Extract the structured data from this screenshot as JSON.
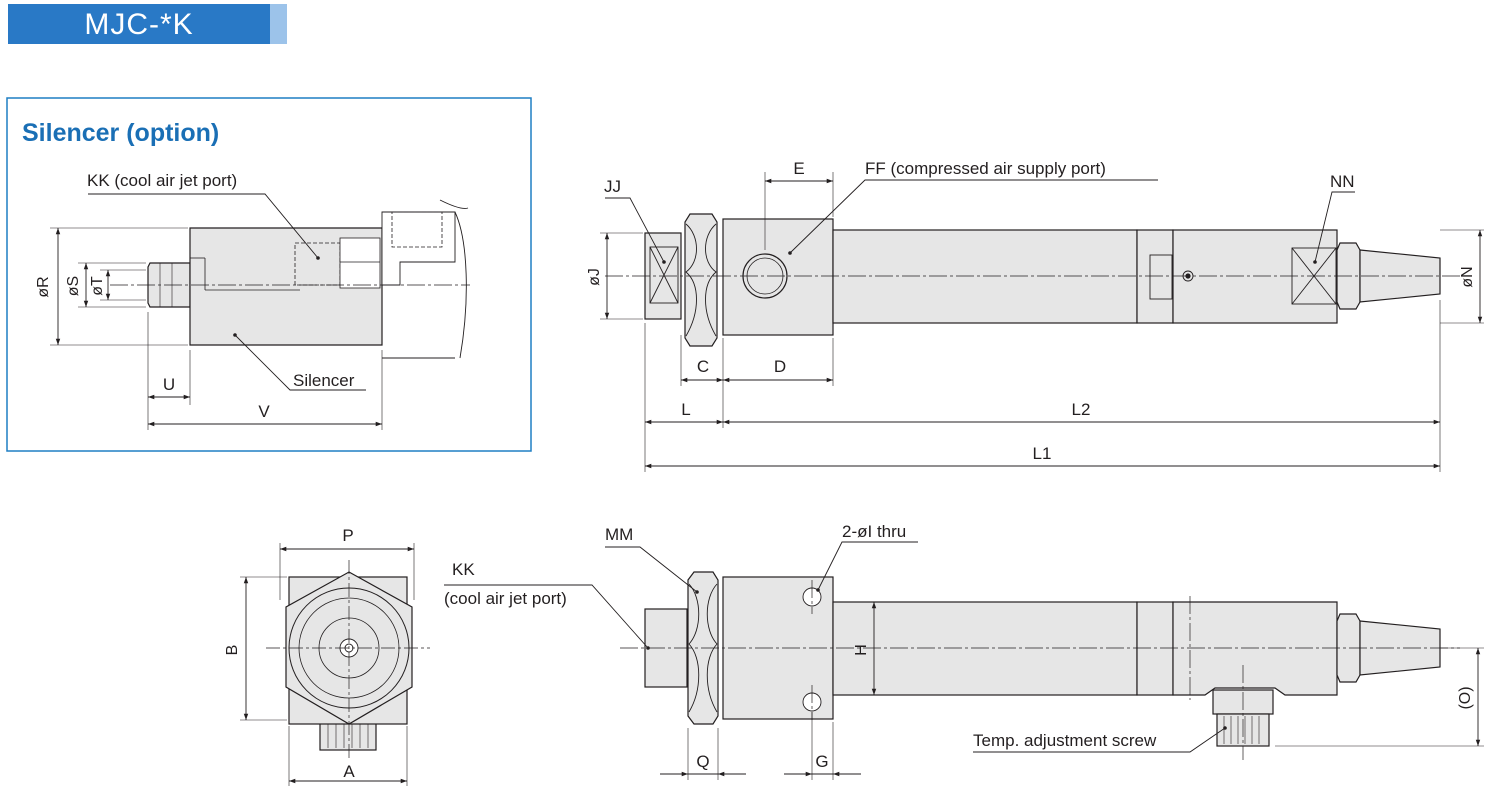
{
  "header": {
    "model": "MJC-*K"
  },
  "silencer_panel": {
    "title": "Silencer (option)",
    "labels": {
      "kk": "KK (cool air jet port)",
      "silencer": "Silencer",
      "r": "øR",
      "s": "øS",
      "t": "øT",
      "u": "U",
      "v": "V"
    }
  },
  "side_view": {
    "labels": {
      "e": "E",
      "ff": "FF (compressed air supply port)",
      "jj": "JJ",
      "nn": "NN",
      "j": "øJ",
      "n": "øN",
      "c": "C",
      "d": "D",
      "l": "L",
      "l2": "L2",
      "l1": "L1"
    }
  },
  "end_view": {
    "labels": {
      "p": "P",
      "b": "B",
      "a": "A"
    }
  },
  "bottom_view": {
    "labels": {
      "mm": "MM",
      "hole": "2-øI  thru",
      "kk": "KK",
      "kk_desc": "(cool air jet port)",
      "h": "H",
      "o": "(O)",
      "q": "Q",
      "g": "G",
      "screw": "Temp. adjustment screw"
    }
  },
  "colors": {
    "title_bar": "#2979c6",
    "title_bar_tail": "#9cc3ea",
    "panel_border": "#1f7fc4",
    "panel_title": "#1a6fb5",
    "body_fill": "#e6e6e6",
    "line": "#231f20"
  }
}
